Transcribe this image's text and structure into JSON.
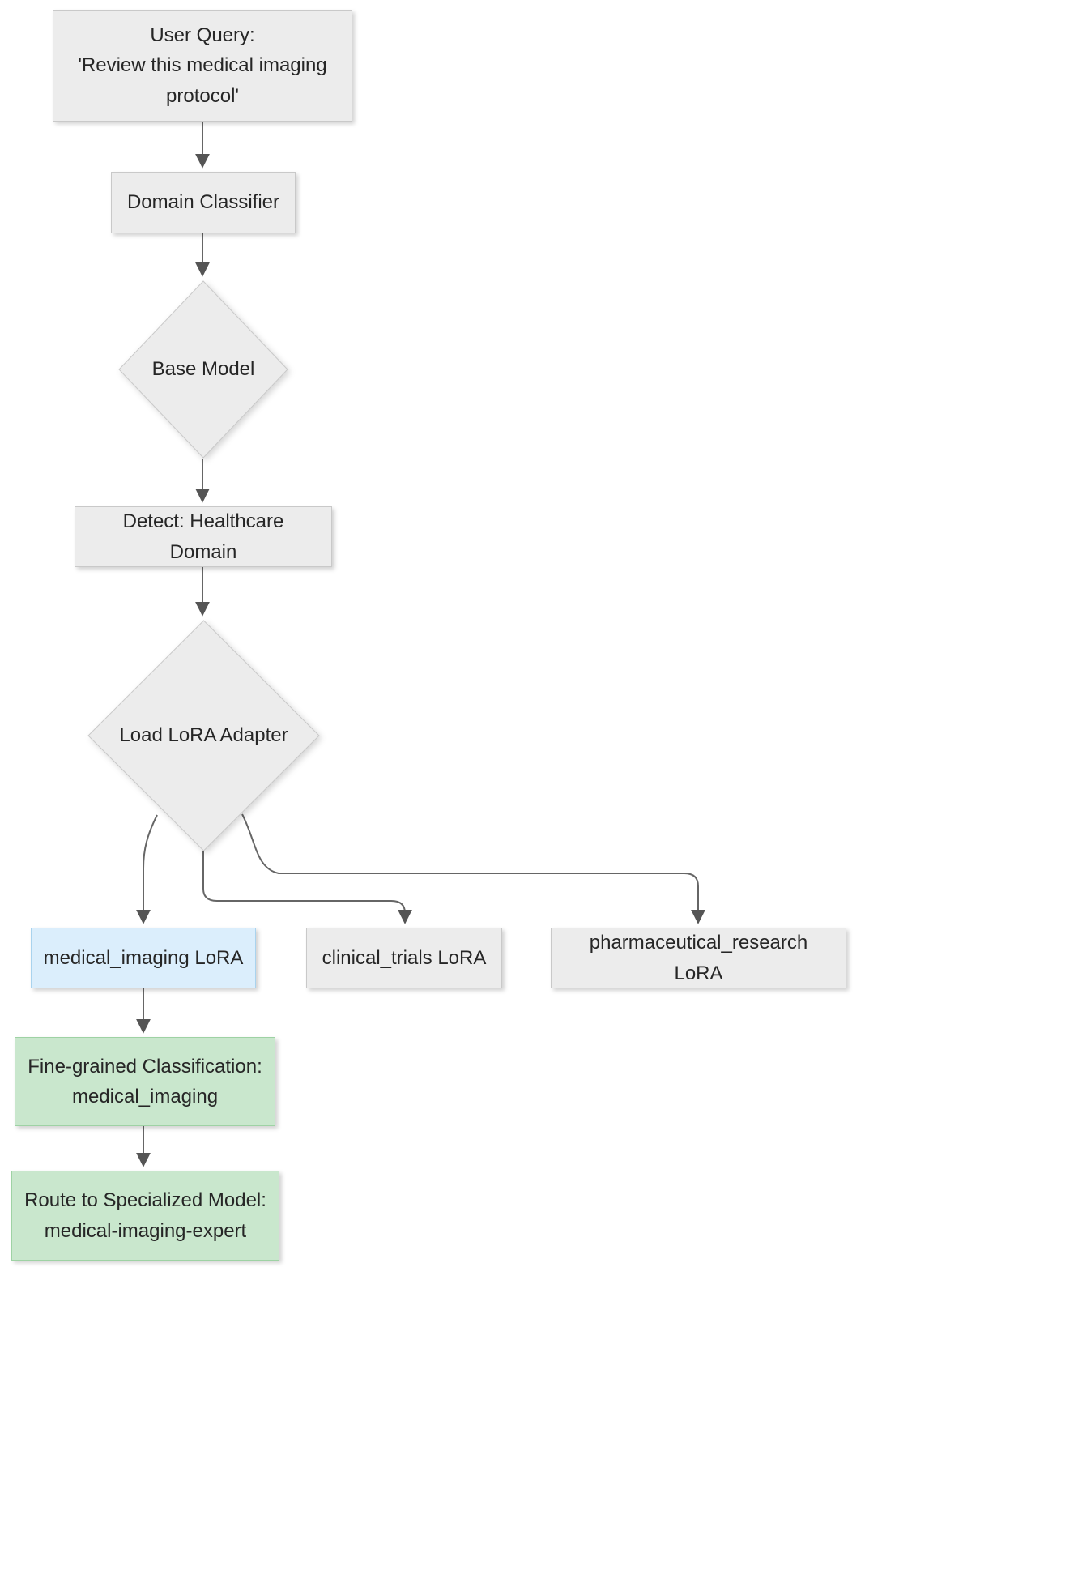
{
  "colors": {
    "node_fill": "#ececec",
    "node_border": "#c9c9c9",
    "highlight_fill": "#dbeefc",
    "highlight_border": "#a9d3ee",
    "success_fill": "#c9e7cd",
    "success_border": "#9ed2a4",
    "edge": "#666666",
    "text": "#262626"
  },
  "nodes": {
    "user_query": {
      "lines": [
        "User Query:",
        "'Review this medical imaging",
        "protocol'"
      ]
    },
    "domain_classifier": {
      "label": "Domain Classifier"
    },
    "base_model": {
      "label": "Base Model"
    },
    "detect_healthcare": {
      "label": "Detect: Healthcare Domain"
    },
    "load_lora_adapter": {
      "label": "Load LoRA Adapter"
    },
    "medical_imaging_lora": {
      "label": "medical_imaging LoRA"
    },
    "clinical_trials_lora": {
      "label": "clinical_trials LoRA"
    },
    "pharmaceutical_research_lora": {
      "label": "pharmaceutical_research LoRA"
    },
    "fine_grained_classification": {
      "lines": [
        "Fine-grained Classification:",
        "medical_imaging"
      ]
    },
    "route_specialized": {
      "lines": [
        "Route to Specialized Model:",
        "medical-imaging-expert"
      ]
    }
  }
}
